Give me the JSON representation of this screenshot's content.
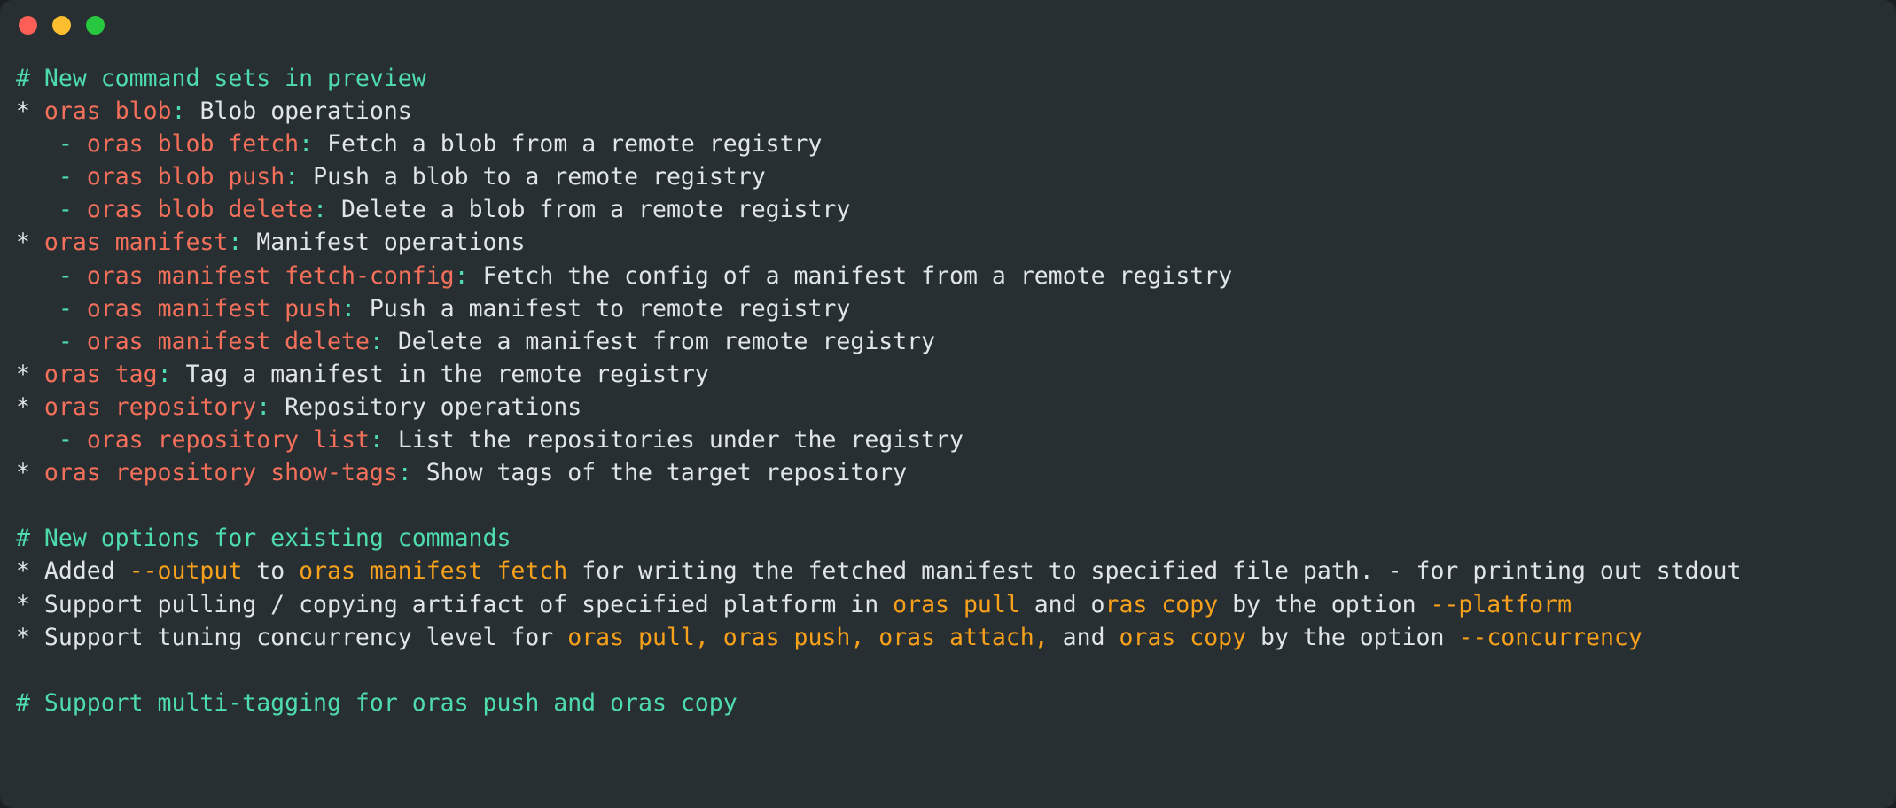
{
  "window": {
    "kind": "terminal-window",
    "background": "#272f33",
    "traffic_lights": [
      {
        "name": "close",
        "color": "#fd5f57"
      },
      {
        "name": "minimize",
        "color": "#fbbe2f"
      },
      {
        "name": "zoom",
        "color": "#27c83f"
      }
    ]
  },
  "palette": {
    "header_teal": "#4fdcad",
    "command_salmon": "#f4705a",
    "option_orange": "#f6a01b",
    "body_text": "#dfe5ea",
    "background": "#272f33"
  },
  "console": {
    "lines": [
      {
        "id": "header-new-command-sets",
        "type": "header",
        "text": "# New command sets in preview",
        "segments": [
          {
            "text": "# New command sets in preview",
            "color": "header_teal"
          }
        ]
      },
      {
        "id": "cmd-oras-blob",
        "type": "command",
        "text": "* oras blob: Blob operations",
        "segments": [
          {
            "text": "* ",
            "color": "body_text"
          },
          {
            "text": "oras blob",
            "color": "command_salmon"
          },
          {
            "text": ":",
            "color": "header_teal"
          },
          {
            "text": " Blob operations",
            "color": "body_text"
          }
        ]
      },
      {
        "id": "cmd-oras-blob-fetch",
        "type": "subcommand",
        "text": "   - oras blob fetch: Fetch a blob from a remote registry",
        "segments": [
          {
            "text": "   ",
            "color": "body_text"
          },
          {
            "text": "-",
            "color": "header_teal"
          },
          {
            "text": " ",
            "color": "body_text"
          },
          {
            "text": "oras blob fetch",
            "color": "command_salmon"
          },
          {
            "text": ":",
            "color": "header_teal"
          },
          {
            "text": " Fetch a blob from a remote registry",
            "color": "body_text"
          }
        ]
      },
      {
        "id": "cmd-oras-blob-push",
        "type": "subcommand",
        "text": "   - oras blob push: Push a blob to a remote registry",
        "segments": [
          {
            "text": "   ",
            "color": "body_text"
          },
          {
            "text": "-",
            "color": "header_teal"
          },
          {
            "text": " ",
            "color": "body_text"
          },
          {
            "text": "oras blob push",
            "color": "command_salmon"
          },
          {
            "text": ":",
            "color": "header_teal"
          },
          {
            "text": " Push a blob to a remote registry",
            "color": "body_text"
          }
        ]
      },
      {
        "id": "cmd-oras-blob-delete",
        "type": "subcommand",
        "text": "   - oras blob delete: Delete a blob from a remote registry",
        "segments": [
          {
            "text": "   ",
            "color": "body_text"
          },
          {
            "text": "-",
            "color": "header_teal"
          },
          {
            "text": " ",
            "color": "body_text"
          },
          {
            "text": "oras blob delete",
            "color": "command_salmon"
          },
          {
            "text": ":",
            "color": "header_teal"
          },
          {
            "text": " Delete a blob from a remote registry",
            "color": "body_text"
          }
        ]
      },
      {
        "id": "cmd-oras-manifest",
        "type": "command",
        "text": "* oras manifest: Manifest operations",
        "segments": [
          {
            "text": "* ",
            "color": "body_text"
          },
          {
            "text": "oras manifest",
            "color": "command_salmon"
          },
          {
            "text": ":",
            "color": "header_teal"
          },
          {
            "text": " Manifest operations",
            "color": "body_text"
          }
        ]
      },
      {
        "id": "cmd-oras-manifest-fetch-config",
        "type": "subcommand",
        "text": "   - oras manifest fetch-config: Fetch the config of a manifest from a remote registry",
        "segments": [
          {
            "text": "   ",
            "color": "body_text"
          },
          {
            "text": "-",
            "color": "header_teal"
          },
          {
            "text": " ",
            "color": "body_text"
          },
          {
            "text": "oras manifest fetch-config",
            "color": "command_salmon"
          },
          {
            "text": ":",
            "color": "header_teal"
          },
          {
            "text": " Fetch the config of a manifest from a remote registry",
            "color": "body_text"
          }
        ]
      },
      {
        "id": "cmd-oras-manifest-push",
        "type": "subcommand",
        "text": "   - oras manifest push: Push a manifest to remote registry",
        "segments": [
          {
            "text": "   ",
            "color": "body_text"
          },
          {
            "text": "-",
            "color": "header_teal"
          },
          {
            "text": " ",
            "color": "body_text"
          },
          {
            "text": "oras manifest push",
            "color": "command_salmon"
          },
          {
            "text": ":",
            "color": "header_teal"
          },
          {
            "text": " Push a manifest to remote registry",
            "color": "body_text"
          }
        ]
      },
      {
        "id": "cmd-oras-manifest-delete",
        "type": "subcommand",
        "text": "   - oras manifest delete: Delete a manifest from remote registry",
        "segments": [
          {
            "text": "   ",
            "color": "body_text"
          },
          {
            "text": "-",
            "color": "header_teal"
          },
          {
            "text": " ",
            "color": "body_text"
          },
          {
            "text": "oras manifest delete",
            "color": "command_salmon"
          },
          {
            "text": ":",
            "color": "header_teal"
          },
          {
            "text": " Delete a manifest from remote registry",
            "color": "body_text"
          }
        ]
      },
      {
        "id": "cmd-oras-tag",
        "type": "command",
        "text": "* oras tag: Tag a manifest in the remote registry",
        "segments": [
          {
            "text": "* ",
            "color": "body_text"
          },
          {
            "text": "oras tag",
            "color": "command_salmon"
          },
          {
            "text": ":",
            "color": "header_teal"
          },
          {
            "text": " Tag a manifest in the remote registry",
            "color": "body_text"
          }
        ]
      },
      {
        "id": "cmd-oras-repository",
        "type": "command",
        "text": "* oras repository: Repository operations",
        "segments": [
          {
            "text": "* ",
            "color": "body_text"
          },
          {
            "text": "oras repository",
            "color": "command_salmon"
          },
          {
            "text": ":",
            "color": "header_teal"
          },
          {
            "text": " Repository operations",
            "color": "body_text"
          }
        ]
      },
      {
        "id": "cmd-oras-repository-list",
        "type": "subcommand",
        "text": "   - oras repository list: List the repositories under the registry",
        "segments": [
          {
            "text": "   ",
            "color": "body_text"
          },
          {
            "text": "-",
            "color": "header_teal"
          },
          {
            "text": " ",
            "color": "body_text"
          },
          {
            "text": "oras repository list",
            "color": "command_salmon"
          },
          {
            "text": ":",
            "color": "header_teal"
          },
          {
            "text": " List the repositories under the registry",
            "color": "body_text"
          }
        ]
      },
      {
        "id": "cmd-oras-repository-show-tags",
        "type": "command",
        "text": "* oras repository show-tags: Show tags of the target repository",
        "segments": [
          {
            "text": "* ",
            "color": "body_text"
          },
          {
            "text": "oras repository show-tags",
            "color": "command_salmon"
          },
          {
            "text": ":",
            "color": "header_teal"
          },
          {
            "text": " Show tags of the target repository",
            "color": "body_text"
          }
        ]
      },
      {
        "id": "blank-1",
        "type": "blank",
        "text": " ",
        "segments": []
      },
      {
        "id": "header-new-options",
        "type": "header",
        "text": "# New options for existing commands",
        "segments": [
          {
            "text": "# New options for existing commands",
            "color": "header_teal"
          }
        ]
      },
      {
        "id": "opt-output",
        "type": "option",
        "text": "* Added --output to oras manifest fetch for writing the fetched manifest to specified file path. - for printing out stdout",
        "segments": [
          {
            "text": "* Added ",
            "color": "body_text"
          },
          {
            "text": "--output",
            "color": "option_orange"
          },
          {
            "text": " to ",
            "color": "body_text"
          },
          {
            "text": "oras manifest fetch",
            "color": "option_orange"
          },
          {
            "text": " for writing the fetched manifest to specified file path. - for printing out stdout",
            "color": "body_text"
          }
        ]
      },
      {
        "id": "opt-platform",
        "type": "option",
        "text": "* Support pulling / copying artifact of specified platform in oras pull and oras copy by the option --platform",
        "segments": [
          {
            "text": "* Support pulling / copying artifact of specified platform in ",
            "color": "body_text"
          },
          {
            "text": "oras pull",
            "color": "option_orange"
          },
          {
            "text": " and ",
            "color": "body_text"
          },
          {
            "text": "o",
            "color": "body_text"
          },
          {
            "text": "ras copy",
            "color": "option_orange"
          },
          {
            "text": " by the option ",
            "color": "body_text"
          },
          {
            "text": "--platform",
            "color": "option_orange"
          }
        ]
      },
      {
        "id": "opt-concurrency",
        "type": "option",
        "text": "* Support tuning concurrency level for oras pull, oras push, oras attach, and oras copy by the option --concurrency",
        "segments": [
          {
            "text": "* Support tuning concurrency level for ",
            "color": "body_text"
          },
          {
            "text": "oras pull,",
            "color": "option_orange"
          },
          {
            "text": " ",
            "color": "body_text"
          },
          {
            "text": "oras push,",
            "color": "option_orange"
          },
          {
            "text": " ",
            "color": "body_text"
          },
          {
            "text": "oras attach,",
            "color": "option_orange"
          },
          {
            "text": " and ",
            "color": "body_text"
          },
          {
            "text": "oras copy",
            "color": "option_orange"
          },
          {
            "text": " by the option ",
            "color": "body_text"
          },
          {
            "text": "--concurrency",
            "color": "option_orange"
          }
        ]
      },
      {
        "id": "blank-2",
        "type": "blank",
        "text": " ",
        "segments": []
      },
      {
        "id": "header-multi-tagging",
        "type": "header",
        "text": "# Support multi-tagging for oras push and oras copy",
        "segments": [
          {
            "text": "# Support multi-tagging for oras push and oras copy",
            "color": "header_teal"
          }
        ]
      }
    ]
  }
}
